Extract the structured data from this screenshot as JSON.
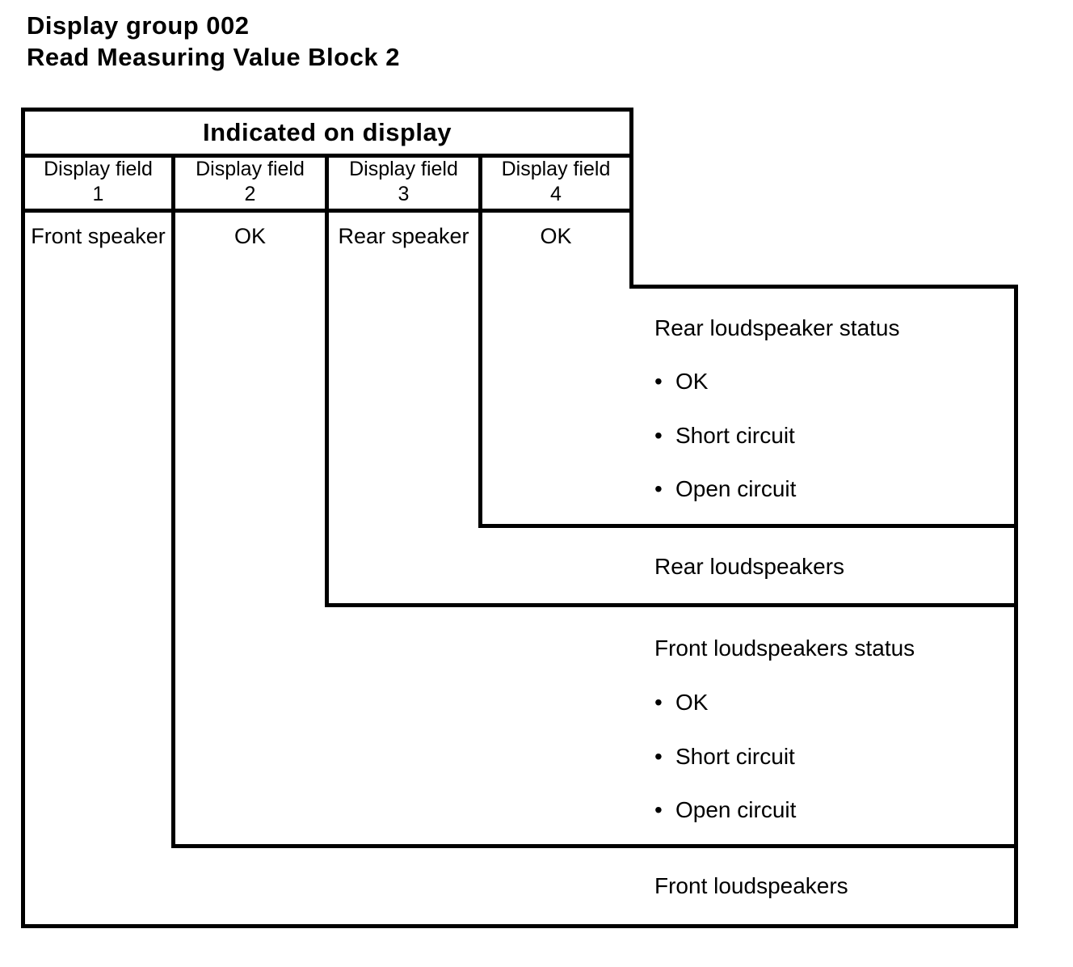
{
  "page": {
    "title_line1": "Display group 002",
    "title_line2": "Read Measuring Value Block 2"
  },
  "table": {
    "header": "Indicated on display",
    "columns": [
      {
        "label": "Display field",
        "number": "1",
        "value": "Front speaker"
      },
      {
        "label": "Display field",
        "number": "2",
        "value": "OK"
      },
      {
        "label": "Display field",
        "number": "3",
        "value": "Rear speaker"
      },
      {
        "label": "Display field",
        "number": "4",
        "value": "OK"
      }
    ]
  },
  "callouts": {
    "rear_status": {
      "title": "Rear loudspeaker status",
      "items": [
        "OK",
        "Short circuit",
        "Open circuit"
      ]
    },
    "rear_label": "Rear loudspeakers",
    "front_status": {
      "title": "Front loudspeakers status",
      "items": [
        "OK",
        "Short circuit",
        "Open circuit"
      ]
    },
    "front_label": "Front loudspeakers"
  },
  "colors": {
    "line": "#000000",
    "background": "#ffffff",
    "text": "#000000"
  }
}
